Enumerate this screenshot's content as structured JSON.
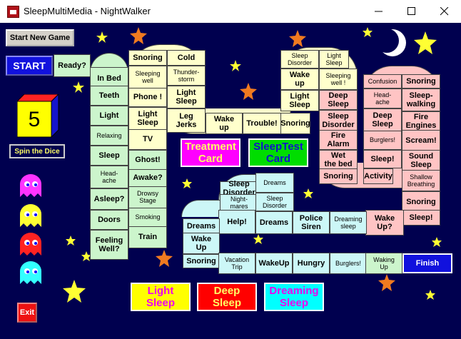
{
  "window": {
    "title": "SleepMultiMedia - NightWalker"
  },
  "controls": {
    "start_new_game": "Start New Game",
    "start": "START",
    "dice_value": "5",
    "spin_dice": "Spin the Dice",
    "exit": "Exit",
    "finish": "Finish"
  },
  "cards": {
    "treatment": "Treatment Card",
    "sleeptest": "SleepTest Card"
  },
  "legend": {
    "light": "Light Sleep",
    "deep": "Deep Sleep",
    "dreaming": "Dreaming Sleep"
  },
  "colors": {
    "light": "#ffff00",
    "deep": "#ff0000",
    "dreaming": "#00ffff",
    "treatment": "#ff00ff",
    "sleeptest": "#00dd00",
    "board": "#00004f"
  },
  "path": [
    {
      "t": "Ready?"
    },
    {
      "t": "In Bed"
    },
    {
      "t": "Teeth"
    },
    {
      "t": "Light"
    },
    {
      "t": "Relaxing"
    },
    {
      "t": "Sleep"
    },
    {
      "t": "Head-\nache"
    },
    {
      "t": "Asleep?"
    },
    {
      "t": "Doors"
    },
    {
      "t": "Feeling\nWell?"
    },
    {
      "t": "Train"
    },
    {
      "t": "Smoking"
    },
    {
      "t": "Drowsy\nStage"
    },
    {
      "t": "Awake?"
    },
    {
      "t": "Ghost!"
    },
    {
      "t": "TV"
    },
    {
      "t": "Light\nSleep"
    },
    {
      "t": "Phone !"
    },
    {
      "t": "Sleeping\nwell"
    },
    {
      "t": "Snoring"
    },
    {
      "t": "Cold"
    },
    {
      "t": "Thunder-\nstorm"
    },
    {
      "t": "Light\nSleep"
    },
    {
      "t": "Leg\nJerks"
    },
    {
      "t": "Wake\nup"
    },
    {
      "t": "Trouble!"
    },
    {
      "t": "Snoring"
    },
    {
      "t": "Light\nSleep"
    },
    {
      "t": "Wake\nup"
    },
    {
      "t": "Sleep\nDisorder"
    },
    {
      "t": "Light\nSleep"
    },
    {
      "t": "Sleeping\nwell !"
    },
    {
      "t": "Deep\nSleep"
    },
    {
      "t": "Sleep\nDisorder"
    },
    {
      "t": "Deep\nSleep"
    },
    {
      "t": "Fire\nAlarm"
    },
    {
      "t": "Wet\nthe bed"
    },
    {
      "t": "Snoring"
    },
    {
      "t": "Activity"
    },
    {
      "t": "Sleep!"
    },
    {
      "t": "Burglers!"
    },
    {
      "t": "Deep\nSleep"
    },
    {
      "t": "Head-\nache"
    },
    {
      "t": "Confusion"
    },
    {
      "t": "Snoring"
    },
    {
      "t": "Sleep-\nwalking"
    },
    {
      "t": "Fire\nEngines"
    },
    {
      "t": "Scream!"
    },
    {
      "t": "Sound\nSleep"
    },
    {
      "t": "Shallow\nBreathing"
    },
    {
      "t": "Snoring"
    },
    {
      "t": "Sleep!"
    },
    {
      "t": "Wake\nUp?"
    },
    {
      "t": "Dreaming\nsleep"
    },
    {
      "t": "Police\nSiren"
    },
    {
      "t": "Dreams"
    },
    {
      "t": "Sleep\nDisorder"
    },
    {
      "t": "Night-\nmares"
    },
    {
      "t": "Dreams"
    },
    {
      "t": "Sleep\nDisorder"
    },
    {
      "t": "Help!"
    },
    {
      "t": "Dreams"
    },
    {
      "t": "Wake\nUp"
    },
    {
      "t": "Snoring"
    },
    {
      "t": "Vacation\nTrip"
    },
    {
      "t": "WakeUp"
    },
    {
      "t": "Hungry"
    },
    {
      "t": "Burglers!"
    },
    {
      "t": "Waking\nUp"
    }
  ]
}
